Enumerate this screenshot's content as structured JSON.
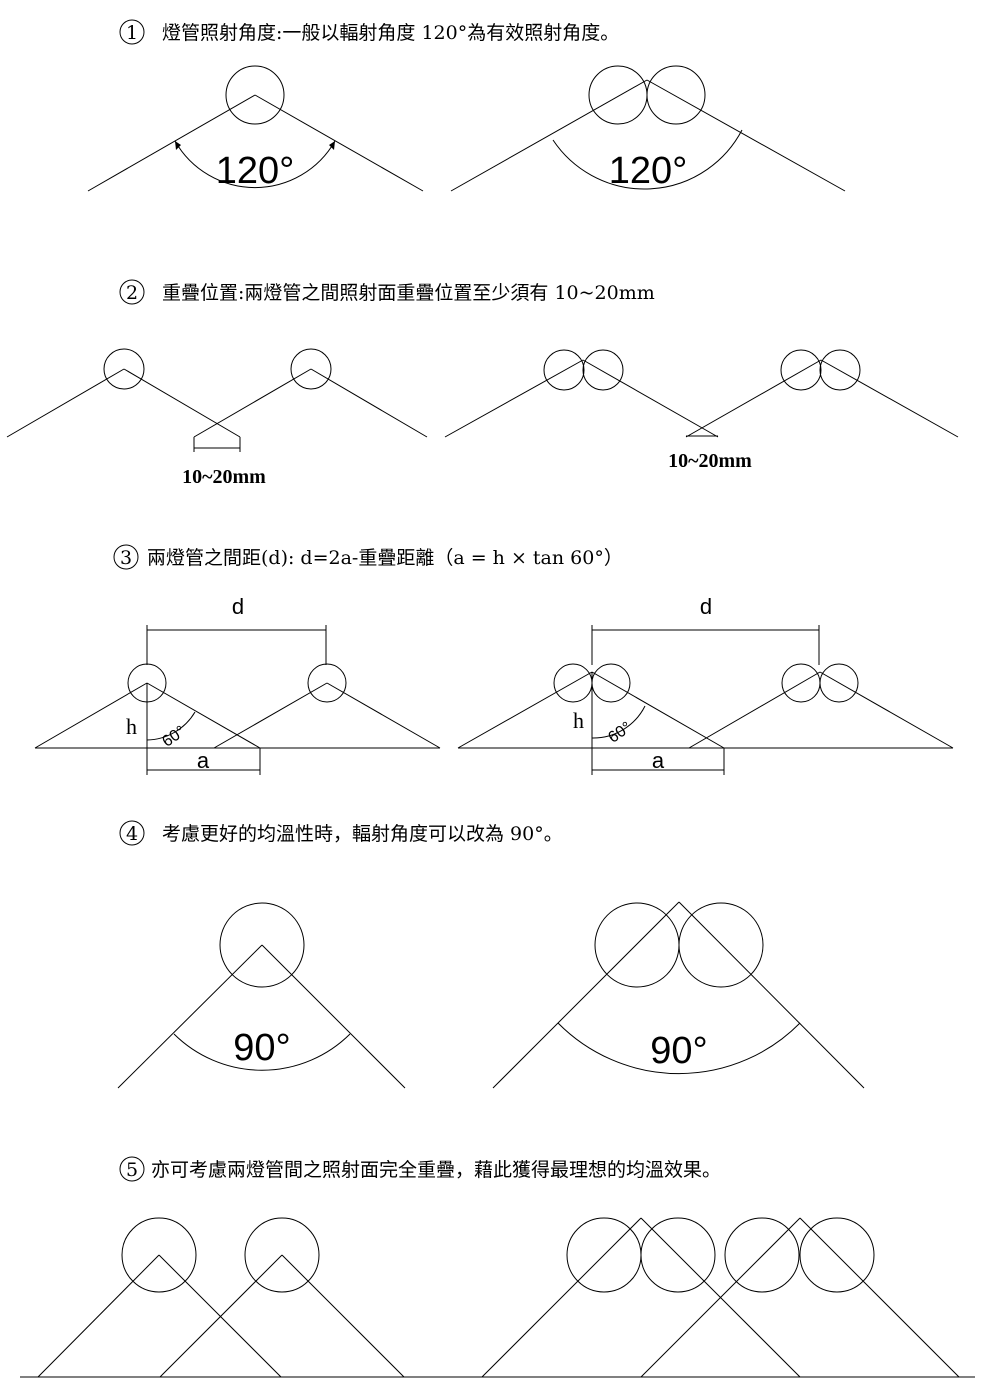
{
  "sections": [
    {
      "num": "1",
      "caption": "燈管照射角度:一般以輻射角度 120°為有效照射角度。",
      "angle_label_left": "120°",
      "angle_label_right": "120°"
    },
    {
      "num": "2",
      "caption": "重疊位置:兩燈管之間照射面重疊位置至少須有 10~20mm",
      "overlap_label_left": "10~20mm",
      "overlap_label_right": "10~20mm"
    },
    {
      "num": "3",
      "caption": "兩燈管之間距(d): d=2a-重疊距離（a = h × tan 60°）",
      "d_label_left": "d",
      "d_label_right": "d",
      "h_label_left": "h",
      "h_label_right": "h",
      "a_label_left": "a",
      "a_label_right": "a",
      "angle_label_left": "60°",
      "angle_label_right": "60°"
    },
    {
      "num": "4",
      "caption": "考慮更好的均溫性時，輻射角度可以改為 90°。",
      "angle_label_left": "90°",
      "angle_label_right": "90°"
    },
    {
      "num": "5",
      "caption": "亦可考慮兩燈管間之照射面完全重疊，藉此獲得最理想的均溫效果。"
    }
  ]
}
